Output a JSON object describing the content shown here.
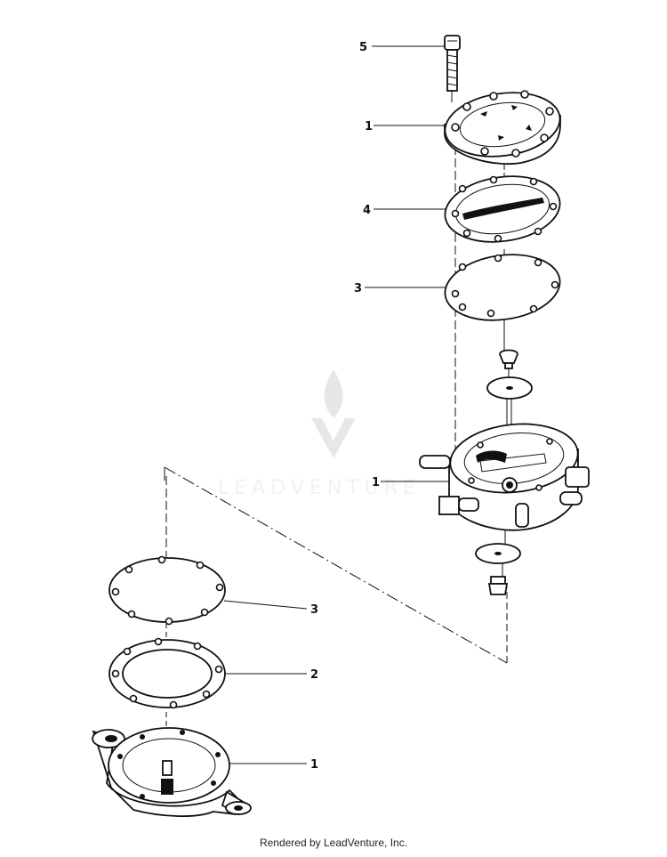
{
  "callouts": {
    "label_5_top": "5",
    "label_1_cover": "1",
    "label_4_gasket": "4",
    "label_3_diaphragm_top": "3",
    "label_1_body": "1",
    "label_3_diaphragm_bottom": "3",
    "label_2_gasket": "2",
    "label_1_base": "1"
  },
  "watermark": {
    "brand_text": "LEADVENTURE",
    "color": "#d9d9d9"
  },
  "footer": {
    "credit": "Rendered by LeadVenture, Inc."
  }
}
